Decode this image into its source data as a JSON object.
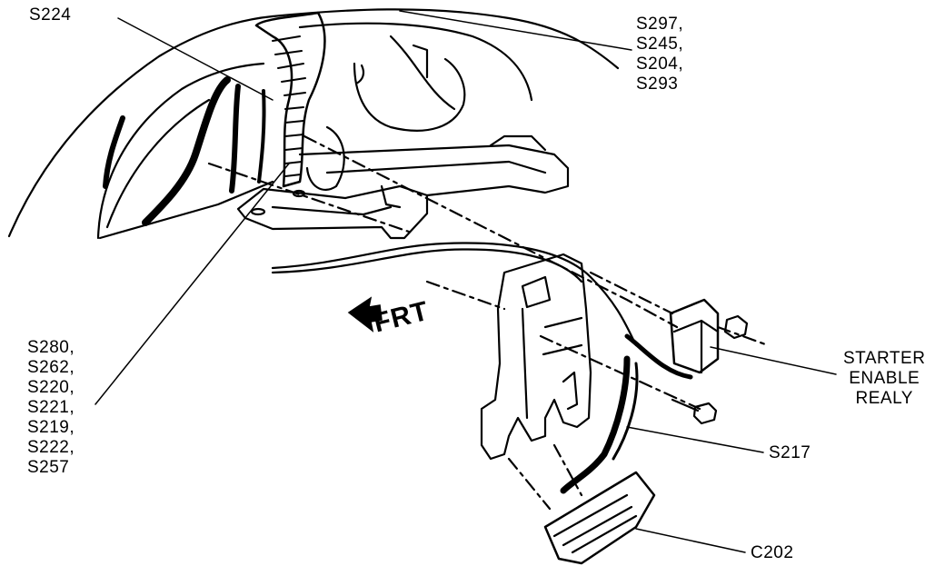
{
  "labels": {
    "s224": "S224",
    "s297_group": [
      "S297,",
      "S245,",
      "S204,",
      "S293"
    ],
    "s280_group": [
      "S280,",
      "S262,",
      "S220,",
      "S221,",
      "S219,",
      "S222,",
      "S257"
    ],
    "starter_relay": [
      "STARTER",
      "ENABLE",
      "REALY"
    ],
    "s217": "S217",
    "c202": "C202",
    "frt": "FRT"
  },
  "icons": {
    "front_arrow": "arrow-left-icon"
  },
  "colors": {
    "line": "#000000",
    "background": "#ffffff"
  }
}
